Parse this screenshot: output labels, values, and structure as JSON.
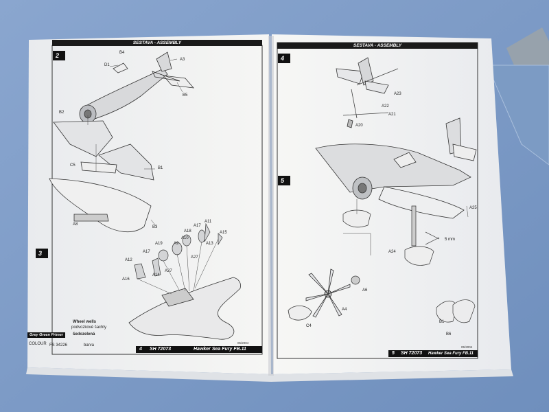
{
  "left_page": {
    "header": "SESTAVA - ASSEMBLY",
    "step_top": "2",
    "step_bottom": "3",
    "parts": [
      "B4",
      "D1",
      "A3",
      "B5",
      "B2",
      "C5",
      "B1",
      "A8",
      "B3",
      "A11",
      "A18",
      "A17",
      "A15",
      "A10",
      "A13",
      "A19",
      "A9",
      "A17",
      "A27",
      "A12",
      "A27",
      "A14",
      "A16"
    ],
    "legend": {
      "badge": "Grey Green Primer",
      "wheel_wells": "Wheel wells",
      "czech_1": "podvozkové šachty",
      "czech_2": "šedozelená",
      "colour": "COLOUR",
      "fs": "FS 34226",
      "barva": "barva"
    },
    "date": "05/2004",
    "footer": {
      "page": "4",
      "code": "SH 72073",
      "title": "Hawker Sea Fury FB.11"
    }
  },
  "right_page": {
    "header": "SESTAVA - ASSEMBLY",
    "step_top": "4",
    "step_bottom": "5",
    "parts": [
      "A23",
      "A22",
      "A21",
      "A20",
      "A25",
      "A24",
      "A6",
      "A4",
      "C4",
      "B1",
      "B6"
    ],
    "dimension": "5 mm",
    "date": "05/2004",
    "footer": {
      "page": "5",
      "code": "SH 72073",
      "title": "Hawker Sea Fury FB.11"
    }
  }
}
